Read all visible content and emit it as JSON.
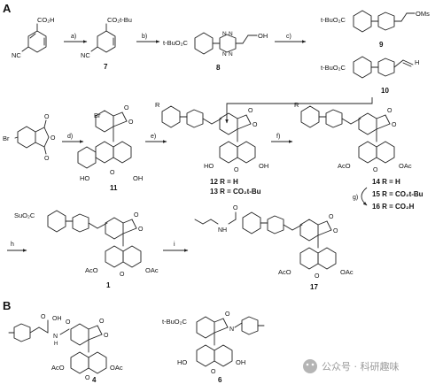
{
  "panels": {
    "a": "A",
    "b": "B"
  },
  "reagents": {
    "a": "a)",
    "b": "b)",
    "c": "c)",
    "d": "d)",
    "e": "e)",
    "f": "f)",
    "g": "g)",
    "h": "h",
    "i": "i"
  },
  "compounds": {
    "c7": "7",
    "c8": "8",
    "c9": "9",
    "c10": "10",
    "c11": "11",
    "c12_13_a": "12 R = H",
    "c12_13_b": "13 R = CO₂t-Bu",
    "c14": "14 R = H",
    "c15": "15 R = CO₂t-Bu",
    "c16": "16 R = CO₂H",
    "c1": "1",
    "c17": "17",
    "c4": "4",
    "c6": "6"
  },
  "groups": {
    "co2h": "CO₂H",
    "nc": "NC",
    "co2tbu": "CO₂t-Bu",
    "tbuo2c": "t-BuO₂C",
    "oh": "OH",
    "oms": "OMs",
    "h": "H",
    "br": "Br",
    "o": "O",
    "n": "N",
    "ho": "HO",
    "aco": "AcO",
    "oac": "OAc",
    "r": "R",
    "suo2c": "SuO₂C",
    "nh": "NH",
    "h_sub": "H",
    "n_amide": "N"
  },
  "watermark": {
    "text": "公众号 · 科研趣味"
  }
}
